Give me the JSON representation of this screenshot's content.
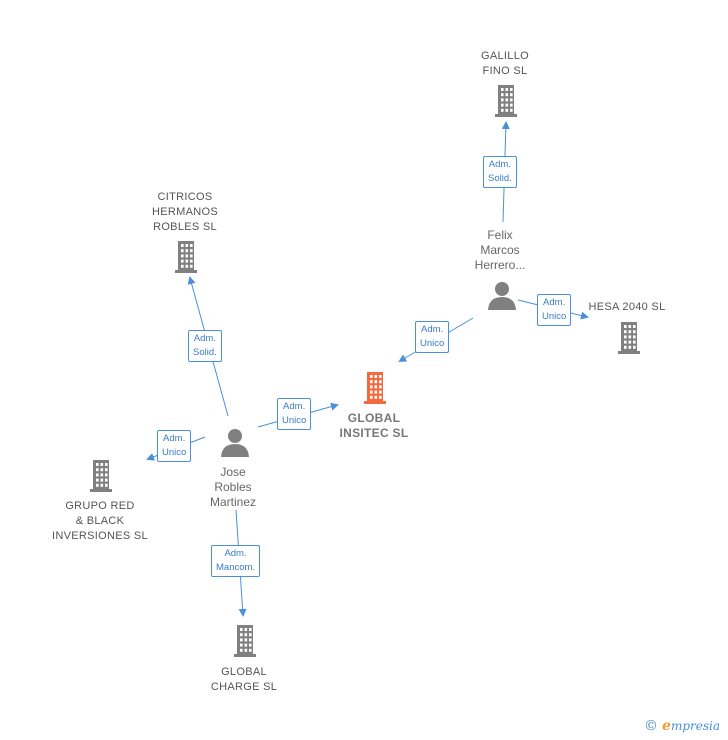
{
  "colors": {
    "edge": "#4a90d9",
    "building": "#808080",
    "center_building": "#f26a3d",
    "person": "#808080"
  },
  "nodes": [
    {
      "id": "global-insitec",
      "type": "company",
      "center": true,
      "label": [
        "GLOBAL",
        "INSITEC  SL"
      ]
    },
    {
      "id": "galillo-fino",
      "type": "company",
      "label": [
        "GALILLO",
        "FINO  SL"
      ]
    },
    {
      "id": "citricos",
      "type": "company",
      "label": [
        "CITRICOS",
        "HERMANOS",
        "ROBLES  SL"
      ]
    },
    {
      "id": "hesa-2040",
      "type": "company",
      "label": [
        "HESA 2040  SL"
      ]
    },
    {
      "id": "grupo-red",
      "type": "company",
      "label": [
        "GRUPO RED",
        "& BLACK",
        "INVERSIONES SL"
      ]
    },
    {
      "id": "global-charge",
      "type": "company",
      "label": [
        "GLOBAL",
        "CHARGE  SL"
      ]
    },
    {
      "id": "felix",
      "type": "person",
      "label": [
        "Felix",
        "Marcos",
        "Herrero..."
      ]
    },
    {
      "id": "jose",
      "type": "person",
      "label": [
        "Jose",
        "Robles",
        "Martinez"
      ]
    }
  ],
  "edges": [
    {
      "from": "felix",
      "to": "galillo-fino",
      "label": [
        "Adm.",
        "Solid."
      ]
    },
    {
      "from": "felix",
      "to": "hesa-2040",
      "label": [
        "Adm.",
        "Unico"
      ]
    },
    {
      "from": "felix",
      "to": "global-insitec",
      "label": [
        "Adm.",
        "Unico"
      ]
    },
    {
      "from": "jose",
      "to": "global-insitec",
      "label": [
        "Adm.",
        "Unico"
      ]
    },
    {
      "from": "jose",
      "to": "citricos",
      "label": [
        "Adm.",
        "Solid."
      ]
    },
    {
      "from": "jose",
      "to": "grupo-red",
      "label": [
        "Adm.",
        "Unico"
      ]
    },
    {
      "from": "jose",
      "to": "global-charge",
      "label": [
        "Adm.",
        "Mancom."
      ]
    }
  ],
  "brand": {
    "copyright": "©",
    "initial": "e",
    "name": "mpresia"
  }
}
